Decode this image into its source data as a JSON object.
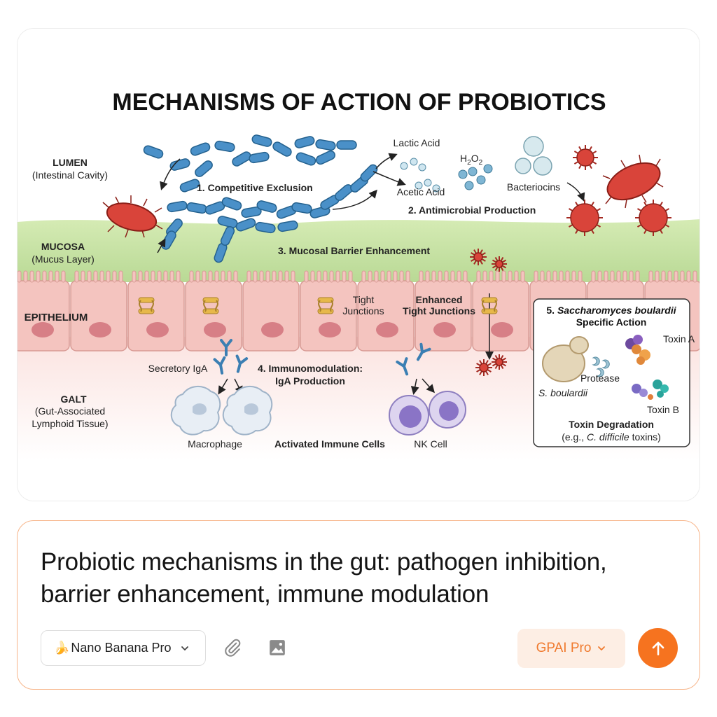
{
  "figure": {
    "title": "MECHANISMS OF ACTION OF PROBIOTICS",
    "regions": {
      "lumen": "LUMEN",
      "lumen_sub": "(Intestinal Cavity)",
      "mucosa": "MUCOSA",
      "mucosa_sub": "(Mucus Layer)",
      "epithelium": "EPITHELIUM",
      "galt": "GALT",
      "galt_sub1": "(Gut-Associated",
      "galt_sub2": "Lymphoid Tissue)"
    },
    "labels": {
      "competitive_exclusion": "1. Competitive Exclusion",
      "antimicrobial": "2. Antimicrobial Production",
      "lactic_acid": "Lactic Acid",
      "acetic_acid": "Acetic Acid",
      "h2o2": "H",
      "h2o2_sub1": "2",
      "h2o2_o": "O",
      "h2o2_sub2": "2",
      "bacteriocins": "Bacteriocins",
      "mucosal_barrier": "3. Mucosal Barrier Enhancement",
      "tight_junctions_1": "Tight",
      "tight_junctions_2": "Junctions",
      "enhanced_tj_1": "Enhanced",
      "enhanced_tj_2": "Tight Junctions",
      "immuno_1": "4. Immunomodulation:",
      "immuno_2": "IgA Production",
      "secretory_iga": "Secretory IgA",
      "macrophage": "Macrophage",
      "activated_immune": "Activated Immune Cells",
      "nk_cell": "NK Cell",
      "sb_title_num": "5.",
      "sb_title_name": "Saccharomyces boulardii",
      "sb_title_2": "Specific Action",
      "toxin_a": "Toxin A",
      "toxin_b": "Toxin B",
      "protease": "Protease",
      "s_boulardii": "S. boulardii",
      "toxin_degradation": "Toxin Degradation",
      "toxin_eg_1": "(e.g.,",
      "toxin_eg_2": "C. difficile",
      "toxin_eg_3": "toxins)"
    }
  },
  "prompt": {
    "text_line1": "Probiotic mechanisms in the gut: pathogen inhibition,",
    "text_line2": "barrier enhancement, immune modulation"
  },
  "toolbar": {
    "model_emoji": "🍌",
    "model_label": "Nano Banana Pro",
    "plan_label": "GPAI Pro"
  },
  "icons": {
    "model_chevron": "chevron-down-icon",
    "attach": "paperclip-icon",
    "image": "image-icon",
    "plan_chevron": "chevron-down-icon",
    "send": "arrow-up-icon"
  },
  "colors": {
    "accent": "#f6731f",
    "accent_soft": "#fdeee4",
    "border_accent": "#f7b58a",
    "probiotic_blue": "#4a90c8",
    "pathogen_red": "#d9443a",
    "mucus_green": "#c9e3a6",
    "epithelium_pink": "#f4c4bf"
  }
}
